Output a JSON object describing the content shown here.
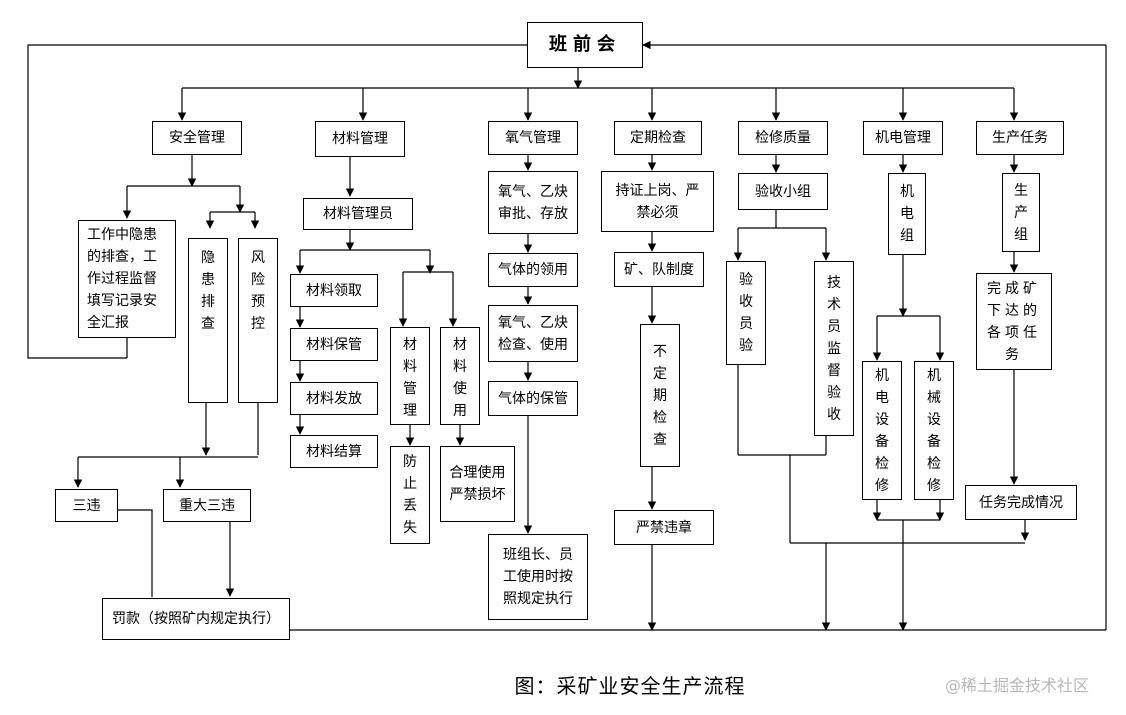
{
  "diagram": {
    "root": "班前会",
    "categories": [
      "安全管理",
      "材料管理",
      "氧气管理",
      "定期检查",
      "检修质量",
      "机电管理",
      "生产任务"
    ],
    "safety": {
      "hazard_report": "工作中隐患的排查，工作过程监督填写记录安全汇报",
      "hazard_check": "隐患排查",
      "risk_control": "风险预控",
      "three_violations": "三违",
      "major_three_violations": "重大三违",
      "fine": "罚款（按照矿内规定执行）"
    },
    "material": {
      "manager": "材料管理员",
      "receive": "材料领取",
      "storage": "材料保管",
      "issue": "材料发放",
      "settle": "材料结算",
      "mgmt": "材料管理",
      "use": "材料使用",
      "prevent_loss": "防止丢失",
      "proper_use": "合理使用严禁损坏"
    },
    "oxygen": {
      "approve": "氧气、乙炔审批、存放",
      "gas_use": "气体的领用",
      "inspect": "氧气、乙炔检查、使用",
      "gas_store": "气体的保管",
      "rule": "班组长、员工使用时按照规定执行"
    },
    "periodic": {
      "cert": "持证上岗、严禁必须",
      "system": "矿、队制度",
      "irregular": "不定期检查",
      "no_violation": "严禁违章"
    },
    "quality": {
      "group": "验收小组",
      "inspector": "验收员验",
      "supervisor": "技术员监督验收"
    },
    "electromech": {
      "group": "机电组",
      "elec_check": "机电设备检修",
      "mech_check": "机械设备检修"
    },
    "production": {
      "group": "生产组",
      "tasks": "完成矿下达的各项任务",
      "status": "任务完成情况"
    }
  },
  "caption": "图：采矿业安全生产流程",
  "watermark": "@稀土掘金技术社区"
}
